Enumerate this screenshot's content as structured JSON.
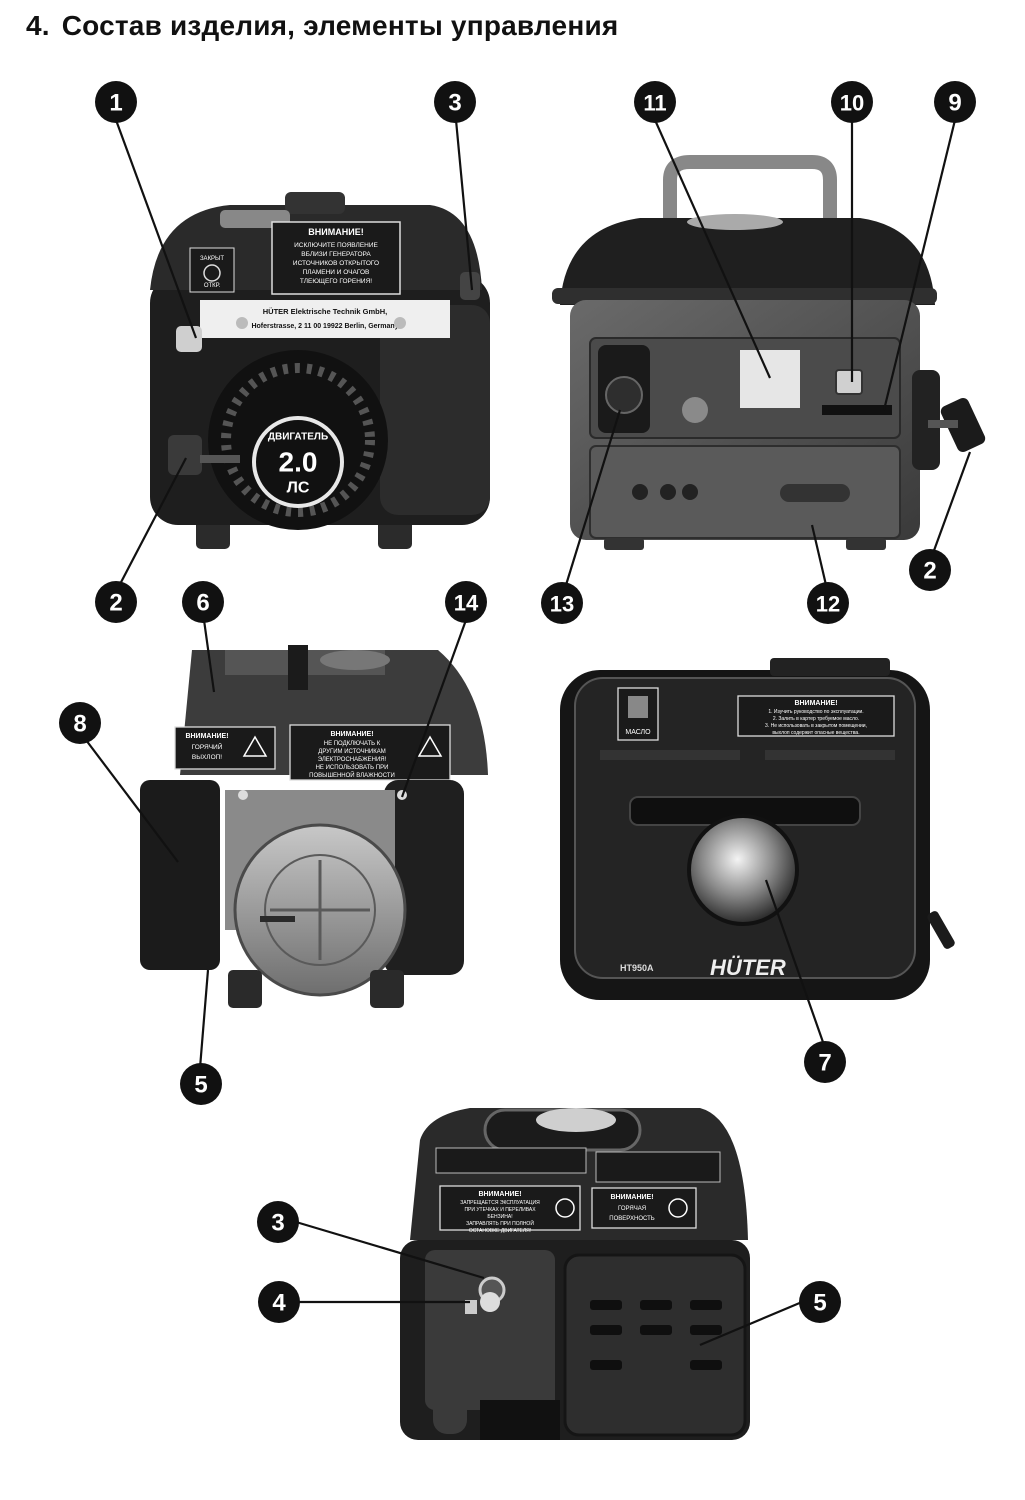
{
  "section": {
    "number": "4.",
    "title": "Состав изделия, элементы управления"
  },
  "view1": {
    "callouts": [
      "1",
      "3",
      "2"
    ],
    "engine_badge": {
      "top": "ДВИГАТЕЛЬ",
      "value": "2.0",
      "unit": "ЛС"
    },
    "warning": {
      "title": "ВНИМАНИЕ!",
      "line1": "ИСКЛЮЧИТЕ ПОЯВЛЕНИЕ",
      "line2": "ВБЛИЗИ ГЕНЕРАТОРА",
      "line3": "ИСТОЧНИКОВ ОТКРЫТОГО",
      "line4": "ПЛАМЕНИ И ОЧАГОВ",
      "line5": "ТЛЕЮЩЕГО ГОРЕНИЯ!"
    },
    "maker_line1": "HÜTER Elektrische Technik GmbH,",
    "maker_line2": "Hoferstrasse, 2 11 00 19922 Berlin, Germany",
    "choke": {
      "label1": "ЗАКРЫТ",
      "label2": "ОТКР."
    }
  },
  "view2": {
    "callouts": [
      "11",
      "10",
      "9",
      "13",
      "12",
      "2"
    ]
  },
  "view3": {
    "callouts": [
      "6",
      "14",
      "8",
      "5"
    ],
    "warn_left": {
      "title": "ВНИМАНИЕ!",
      "line1": "ГОРЯЧИЙ",
      "line2": "ВЫХЛОП!"
    },
    "warn_right": {
      "title": "ВНИМАНИЕ!",
      "line1": "НЕ ПОДКЛЮЧАТЬ К",
      "line2": "ДРУГИМ ИСТОЧНИКАМ",
      "line3": "ЭЛЕКТРОСНАБЖЕНИЯ!",
      "line4": "НЕ ИСПОЛЬЗОВАТЬ ПРИ",
      "line5": "ПОВЫШЕННОЙ ВЛАЖНОСТИ"
    }
  },
  "view4": {
    "callouts": [
      "7"
    ],
    "oil_label": "МАСЛО",
    "warning": {
      "title": "ВНИМАНИЕ!",
      "line1": "1. Изучить руководство по эксплуатации.",
      "line2": "2. Залить в картер требуемое масло.",
      "line3": "3. Не использовать в закрытом помещении,",
      "line4": "выхлоп содержит опасные вещества."
    },
    "model": "HT950A",
    "brand": "HÜTER"
  },
  "view5": {
    "callouts": [
      "3",
      "4",
      "5"
    ],
    "warn_left": {
      "title": "ВНИМАНИЕ!",
      "line1": "ЗАПРЕЩАЕТСЯ ЭКСПЛУАТАЦИЯ",
      "line2": "ПРИ УТЕЧКАХ И ПЕРЕЛИВАХ",
      "line3": "БЕНЗИНА!",
      "line4": "ЗАПРАВЛЯТЬ ПРИ ПОЛНОЙ",
      "line5": "ОСТАНОВКЕ ДВИГАТЕЛЯ!"
    },
    "warn_right": {
      "title": "ВНИМАНИЕ!",
      "line1": "ГОРЯЧАЯ",
      "line2": "ПОВЕРХНОСТЬ"
    }
  }
}
